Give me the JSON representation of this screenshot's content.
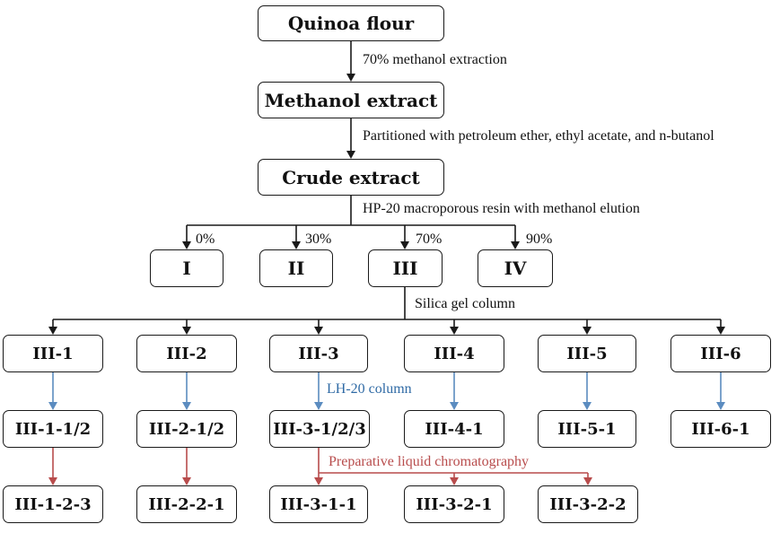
{
  "colors": {
    "line": "#1a1a1a",
    "lh20": "#5b8cc0",
    "prep": "#b84c4c",
    "lh20_text": "#2f6aa5",
    "prep_text": "#b84c4c"
  },
  "nodes": {
    "quinoa": "Quinoa flour",
    "methanol": "Methanol extract",
    "crude": "Crude extract",
    "f1": "I",
    "f2": "II",
    "f3": "III",
    "f4": "IV",
    "s1": "III-1",
    "s2": "III-2",
    "s3": "III-3",
    "s4": "III-4",
    "s5": "III-5",
    "s6": "III-6",
    "t1": "III-1-1/2",
    "t2": "III-2-1/2",
    "t3": "III-3-1/2/3",
    "t4": "III-4-1",
    "t5": "III-5-1",
    "t6": "III-6-1",
    "u1": "III-1-2-3",
    "u2": "III-2-2-1",
    "u3": "III-3-1-1",
    "u4": "III-3-2-1",
    "u5": "III-3-2-2"
  },
  "labels": {
    "step1": "70% methanol extraction",
    "step2": "Partitioned with petroleum ether, ethyl acetate, and n-butanol",
    "step3": "HP-20 macroporous resin with methanol elution",
    "pct0": "0%",
    "pct30": "30%",
    "pct70": "70%",
    "pct90": "90%",
    "silica": "Silica gel column",
    "lh20": "LH-20 column",
    "prep": "Preparative liquid chromatography"
  }
}
